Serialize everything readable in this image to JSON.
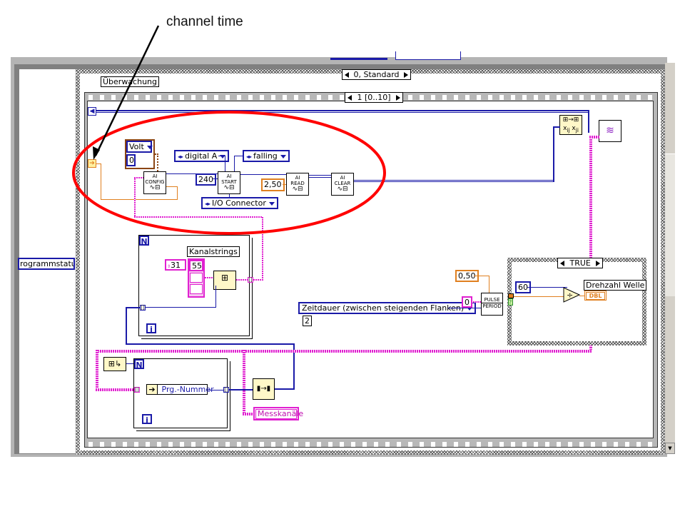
{
  "annotation": {
    "text": "channel time",
    "arrow_color": "#000000",
    "highlight_color": "#ff0000"
  },
  "diagram": {
    "case_structure_outer": {
      "selector": "0, Standard",
      "label": "Überwachung"
    },
    "sequence_structure": {
      "selector": "1 [0..10]"
    },
    "left_panel": {
      "indicator": "Programmstatus",
      "indicator_visible": "rogrammstatus",
      "terminal": "?"
    },
    "daq_chain": {
      "units_ring": "Volt",
      "units_value": "0",
      "trigger_source_ring": "digital A",
      "trigger_edge_ring": "falling",
      "connector_ring": "I/O Connector",
      "buffer_constant": "240",
      "timeout_constant": "2,50",
      "nodes": [
        {
          "line1": "AI",
          "line2": "CONFIG"
        },
        {
          "line1": "AI",
          "line2": "START"
        },
        {
          "line1": "AI",
          "line2": "READ"
        },
        {
          "line1": "AI",
          "line2": "CLEAR"
        }
      ]
    },
    "for_loop_top": {
      "count_terminal": "N",
      "iteration_terminal": "i",
      "label": "Kanalstrings",
      "index_value": "31",
      "array_value": "55"
    },
    "counter": {
      "mode_ring": "Zeitdauer (zwischen steigenden Flanken)",
      "mode_value": "2",
      "pink_constant": "0",
      "duty_constant": "0,50",
      "node": {
        "line1": "PULSE",
        "line2": "PERIOD"
      }
    },
    "case_true": {
      "selector": "TRUE",
      "constant": "60",
      "indicator_label": "Drehzahl Welle",
      "indicator_type": "DBL"
    },
    "for_loop_bottom": {
      "count_terminal": "N",
      "iteration_terminal": "i",
      "element": "Prg.-Nummer",
      "output_label": "Messkanäle"
    }
  },
  "colors": {
    "numeric_wire": "#1a1aa8",
    "float_wire": "#e08020",
    "string_wire": "#e020d0"
  }
}
